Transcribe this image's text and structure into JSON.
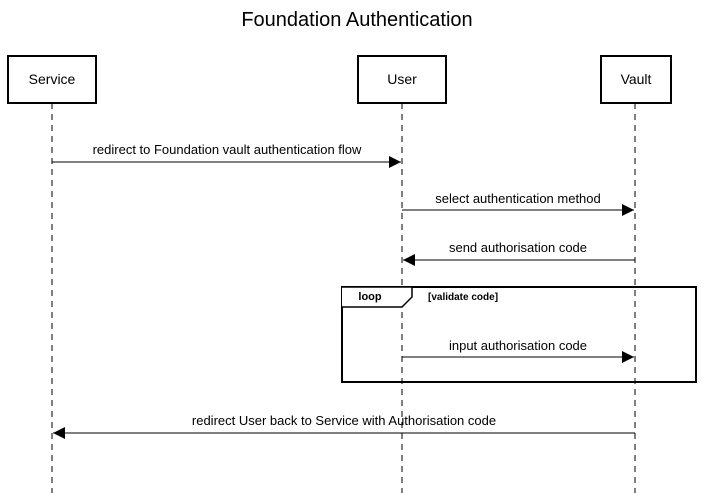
{
  "title": "Foundation Authentication",
  "actors": [
    "Service",
    "User",
    "Vault"
  ],
  "messages": [
    "redirect to Foundation vault authentication flow",
    "select authentication method",
    "send authorisation code",
    "input authorisation code",
    "redirect User back to Service with Authorisation code"
  ],
  "loop": {
    "keyword": "loop",
    "condition": "[validate code]"
  }
}
